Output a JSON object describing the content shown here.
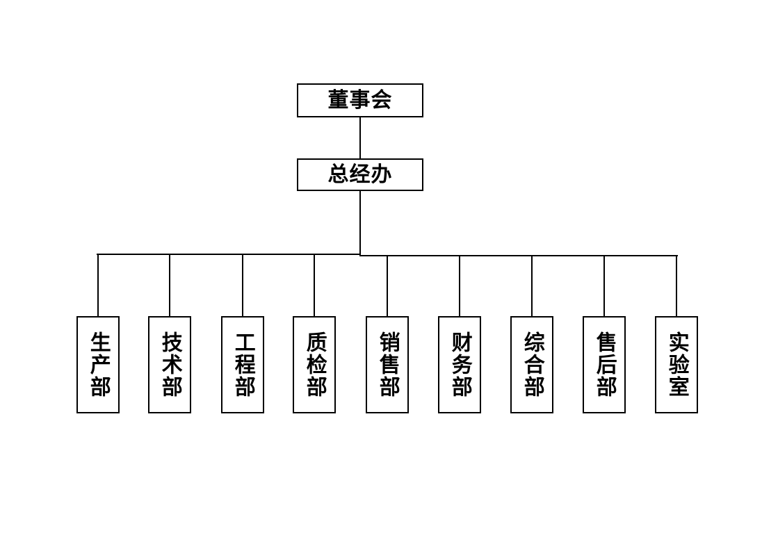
{
  "page": {
    "background_color": "#ffffff",
    "line_color": "#000000",
    "text_color": "#000000"
  },
  "org_chart": {
    "type": "tree",
    "root": {
      "label": "董事会"
    },
    "manager_office": {
      "label": "总经办"
    },
    "departments": [
      {
        "label": "生产部"
      },
      {
        "label": "技术部"
      },
      {
        "label": "工程部"
      },
      {
        "label": "质检部"
      },
      {
        "label": "销售部"
      },
      {
        "label": "财务部"
      },
      {
        "label": "综合部"
      },
      {
        "label": "售后部"
      },
      {
        "label": "实验室"
      }
    ]
  }
}
